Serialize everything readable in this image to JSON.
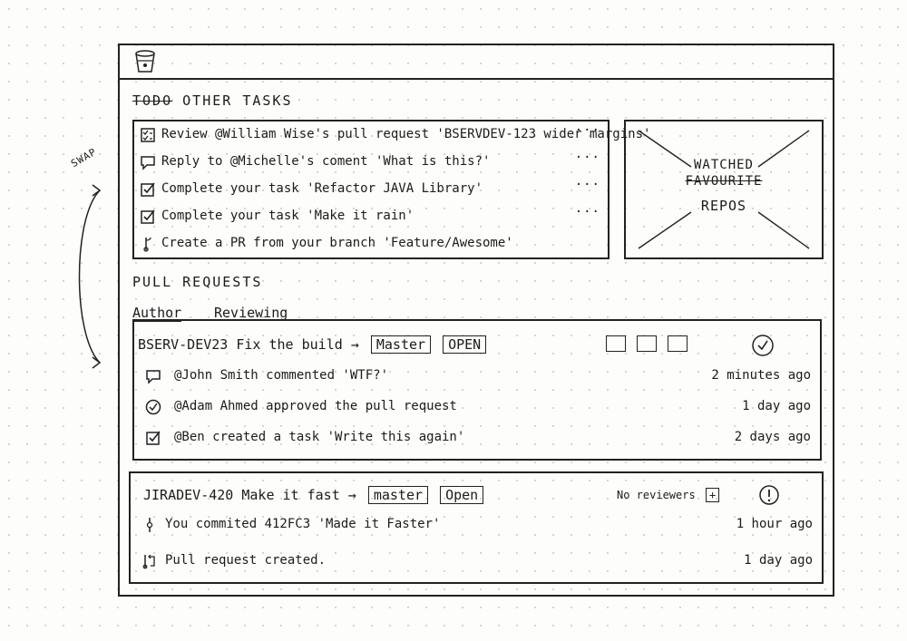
{
  "side_note": "SWAP",
  "todo": {
    "title_struck": "TODO",
    "title": "OTHER TASKS",
    "items": [
      {
        "icon": "checklist-icon",
        "text": "Review @William Wise's pull request 'BSERVDEV-123 wider margins'",
        "more": "···"
      },
      {
        "icon": "comment-icon",
        "text": "Reply to @Michelle's coment 'What is this?'",
        "more": "···"
      },
      {
        "icon": "task-icon",
        "text": "Complete your task 'Refactor JAVA Library'",
        "more": "···"
      },
      {
        "icon": "task-icon",
        "text": "Complete your task 'Make it rain'",
        "more": "···"
      },
      {
        "icon": "branch-icon",
        "text": "Create a PR from your branch 'Feature/Awesome'",
        "more": ""
      }
    ]
  },
  "repos_box": {
    "struck": "FAVOURITE",
    "word": "WATCHED",
    "label": "REPOS"
  },
  "pull_requests": {
    "title": "PULL REQUESTS",
    "tabs": [
      "Author",
      "Reviewing"
    ],
    "active_tab": "Author",
    "cards": [
      {
        "key": "BSERV-DEV23",
        "name": "Fix the build",
        "arrow": "→",
        "branch": "Master",
        "state": "OPEN",
        "status_icon": "check-circle-icon",
        "activities": [
          {
            "icon": "comment-icon",
            "text": "@John Smith commented 'WTF?'",
            "time": "2 minutes ago"
          },
          {
            "icon": "approved-icon",
            "text": "@Adam Ahmed approved the pull request",
            "time": "1 day ago"
          },
          {
            "icon": "task-icon",
            "text": "@Ben created a task 'Write this again'",
            "time": "2 days ago"
          }
        ]
      },
      {
        "key": "JIRADEV-420",
        "name": "Make it fast",
        "arrow": "→",
        "branch": "master",
        "state": "Open",
        "reviewers": "No reviewers",
        "add": "+",
        "status_icon": "warning-circle-icon",
        "activities": [
          {
            "icon": "commit-icon",
            "text": "You commited 412FC3 'Made it Faster'",
            "time": "1 hour ago"
          },
          {
            "icon": "pr-created-icon",
            "text": "Pull request created.",
            "time": "1 day ago"
          }
        ]
      }
    ]
  }
}
